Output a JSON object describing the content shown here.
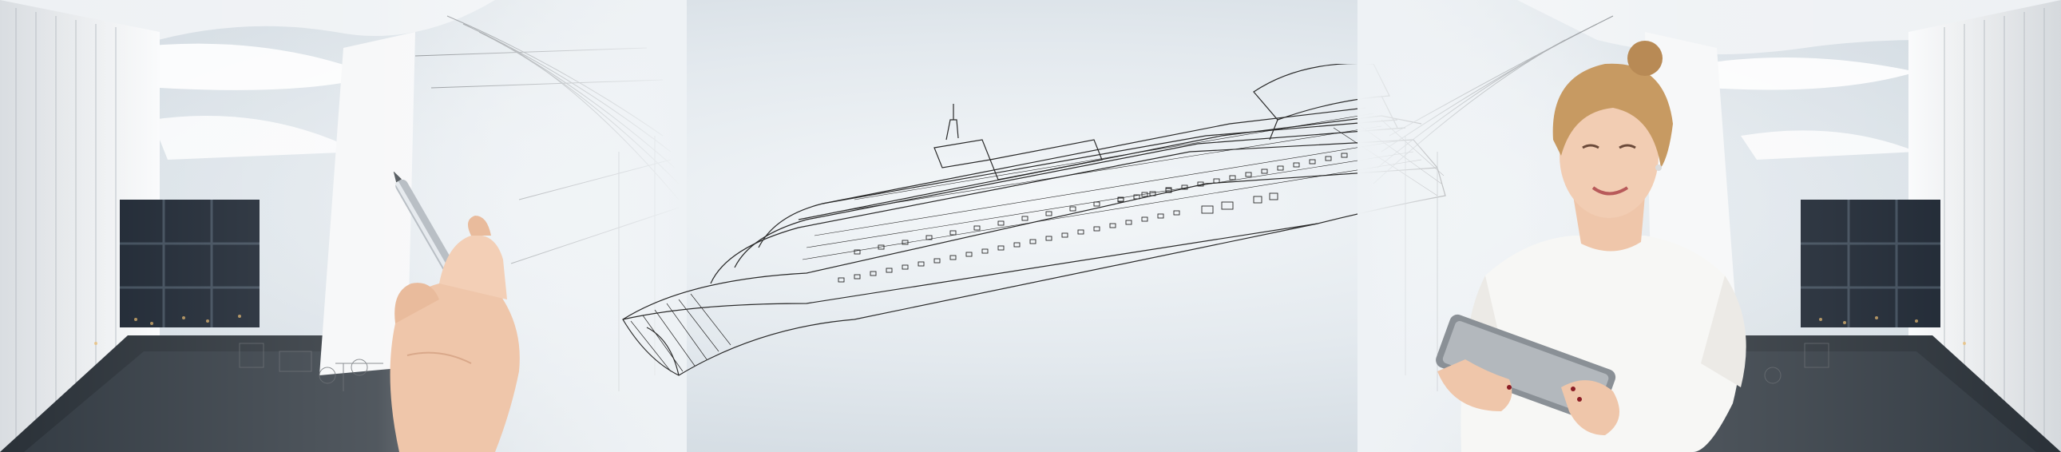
{
  "scene": {
    "left_panel": "architectural-interior-sketch",
    "center": "cruise-ship-wireframe",
    "right_panel": "architectural-interior-render",
    "subjects": [
      "hand-with-pen",
      "woman-with-tablet"
    ]
  },
  "colors": {
    "background_center": "#f4f7f9",
    "background_edge": "#c9d3db",
    "line_drawing": "#2a2a2a",
    "interior_dark": "#1b2430",
    "skin": "#f0c9ae",
    "hair": "#c79a62",
    "shirt": "#f7f7f5",
    "tablet": "#8a9096"
  }
}
